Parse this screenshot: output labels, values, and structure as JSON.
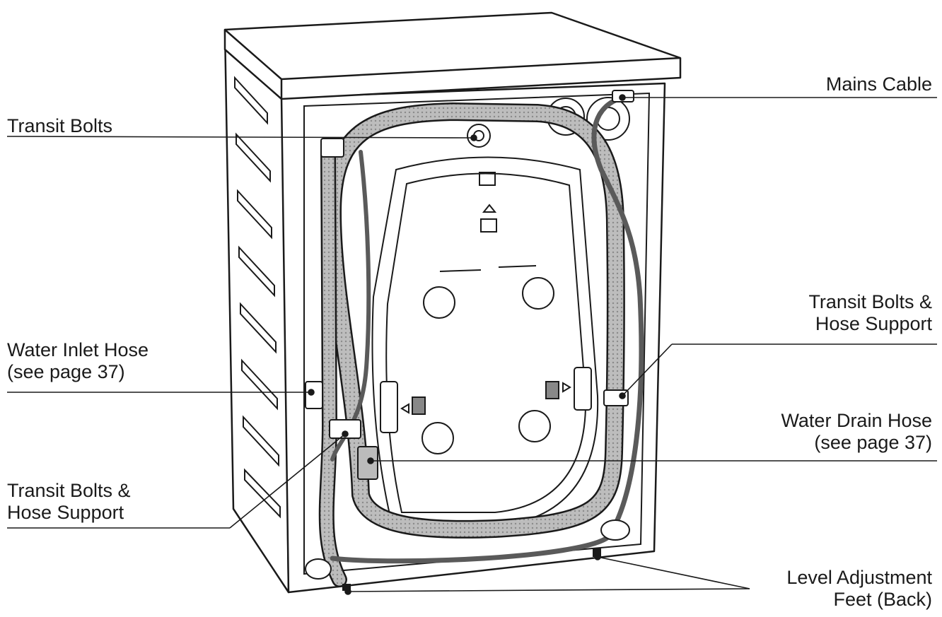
{
  "labels": {
    "mains_cable": "Mains Cable",
    "transit_bolts_top": "Transit Bolts",
    "transit_bolts_right": [
      "Transit Bolts &",
      "Hose Support"
    ],
    "water_inlet_hose": [
      "Water Inlet Hose",
      "(see page 37)"
    ],
    "water_drain_hose": [
      "Water Drain Hose",
      "(see page 37)"
    ],
    "transit_bolts_left": [
      "Transit Bolts &",
      "Hose Support"
    ],
    "level_adjustment_feet": [
      "Level Adjustment",
      "Feet (Back)"
    ]
  },
  "colors": {
    "line": "#1a1a1a",
    "hose_fill": "#c8c8c8",
    "cable": "#5a5a5a",
    "background": "#ffffff"
  }
}
